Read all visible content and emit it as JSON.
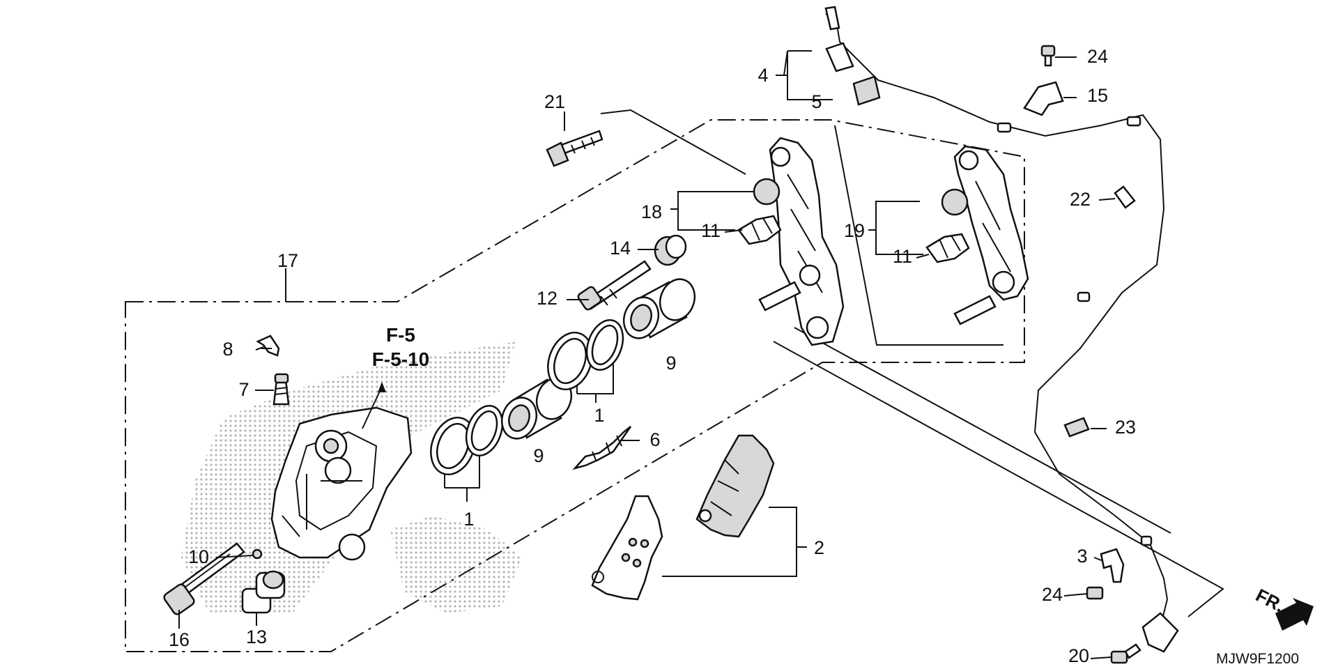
{
  "diagram": {
    "callouts": {
      "c1a": "1",
      "c1b": "1",
      "c2": "2",
      "c3": "3",
      "c4": "4",
      "c5": "5",
      "c6": "6",
      "c7": "7",
      "c8": "8",
      "c9a": "9",
      "c9b": "9",
      "c10": "10",
      "c11a": "11",
      "c11b": "11",
      "c12": "12",
      "c13": "13",
      "c14": "14",
      "c15": "15",
      "c16": "16",
      "c17": "17",
      "c18": "18",
      "c19": "19",
      "c20": "20",
      "c21": "21",
      "c22": "22",
      "c23": "23",
      "c24a": "24",
      "c24b": "24"
    },
    "refs": [
      "F-5",
      "F-5-10"
    ],
    "front_marker": "FR.",
    "diagram_code": "MJW9F1200",
    "line_color": "#111111",
    "watermark_color": "#bbbbbb"
  }
}
